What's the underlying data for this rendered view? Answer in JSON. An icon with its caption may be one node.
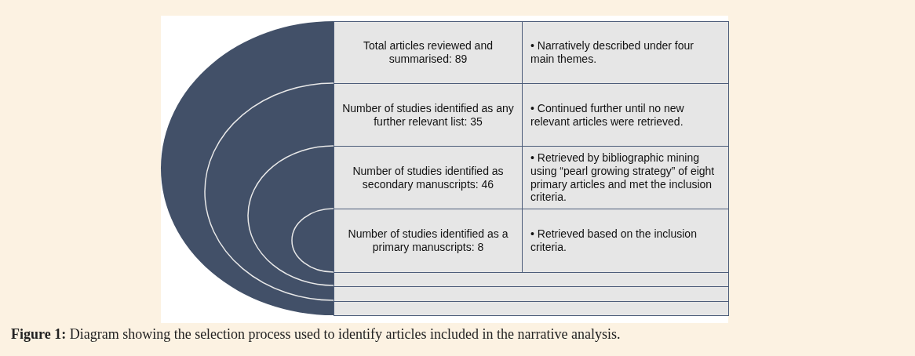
{
  "diagram": {
    "caption": "**Figure 1:** Diagram showing the selection process used to identify articles included in the narrative analysis.",
    "labels": [
      "Total articles reviewed and summarised: 89",
      "• Narratively described under four main themes.",
      "Number of studies identified as any further relevant list: 35",
      "• Continued further until no new relevant articles were retrieved.",
      "Number of studies identified as secondary manuscripts: 46",
      "• Retrieved by bibliographic mining using “pearl growing strategy” of eight primary articles and met the inclusion criteria.",
      "Number of studies identified as a primary manuscripts: 8",
      "• Retrieved based on the inclusion criteria."
    ]
  }
}
